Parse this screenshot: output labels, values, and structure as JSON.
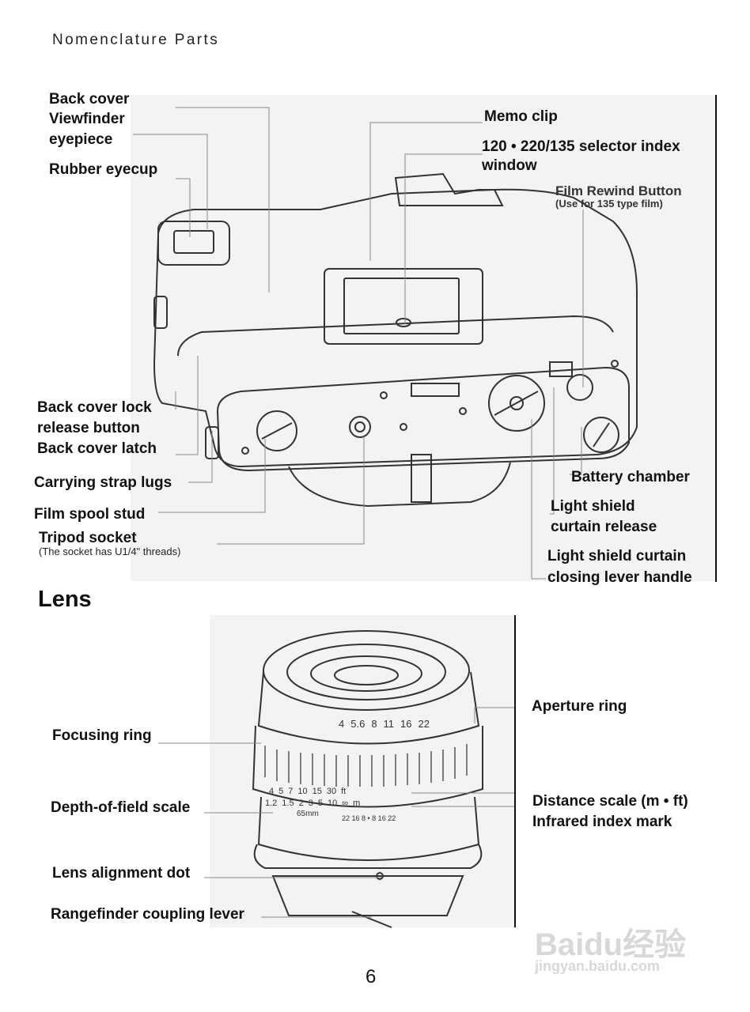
{
  "header": {
    "title": "Nomenclature Parts"
  },
  "camera_labels": {
    "back_cover": "Back cover",
    "viewfinder": "Viewfinder",
    "eyepiece": "eyepiece",
    "rubber_eyecup": "Rubber eyecup",
    "memo_clip": "Memo clip",
    "selector_window_line1": "120 • 220/135 selector index",
    "selector_window_line2": "window",
    "film_rewind_button": "Film Rewind Button",
    "film_rewind_note": "(Use for 135 type film)",
    "back_cover_lock_line1": "Back cover lock",
    "back_cover_lock_line2": "release button",
    "back_cover_latch": "Back cover latch",
    "carrying_strap_lugs": "Carrying strap lugs",
    "film_spool_stud": "Film spool stud",
    "tripod_socket": "Tripod socket",
    "tripod_socket_note": "(The socket has U1/4\" threads)",
    "battery_chamber": "Battery chamber",
    "light_shield_release_line1": "Light shield",
    "light_shield_release_line2": "curtain release",
    "light_shield_lever_line1": "Light shield curtain",
    "light_shield_lever_line2": "closing lever handle"
  },
  "lens_section": {
    "title": "Lens",
    "labels": {
      "aperture_ring": "Aperture ring",
      "focusing_ring": "Focusing ring",
      "depth_of_field_scale": "Depth-of-field scale",
      "distance_scale": "Distance scale (m • ft)",
      "infrared_index_mark": "Infrared index mark",
      "lens_alignment_dot": "Lens alignment dot",
      "rangefinder_coupling_lever": "Rangefinder coupling lever"
    },
    "aperture_scale": [
      "4",
      "5.6",
      "8",
      "11",
      "16",
      "22"
    ],
    "dof_scale_ft": [
      "4",
      "5",
      "7",
      "10",
      "15",
      "30",
      "ft"
    ],
    "dof_scale_m": [
      "1.2",
      "1.5",
      "2",
      "3",
      "5",
      "10",
      "∞",
      "m"
    ],
    "focal_length": "65mm",
    "dof_marks": "22 16 8 • 8 16 22"
  },
  "page": {
    "number": "6"
  },
  "watermark": {
    "brand": "Baidu经验",
    "url": "jingyan.baidu.com"
  }
}
